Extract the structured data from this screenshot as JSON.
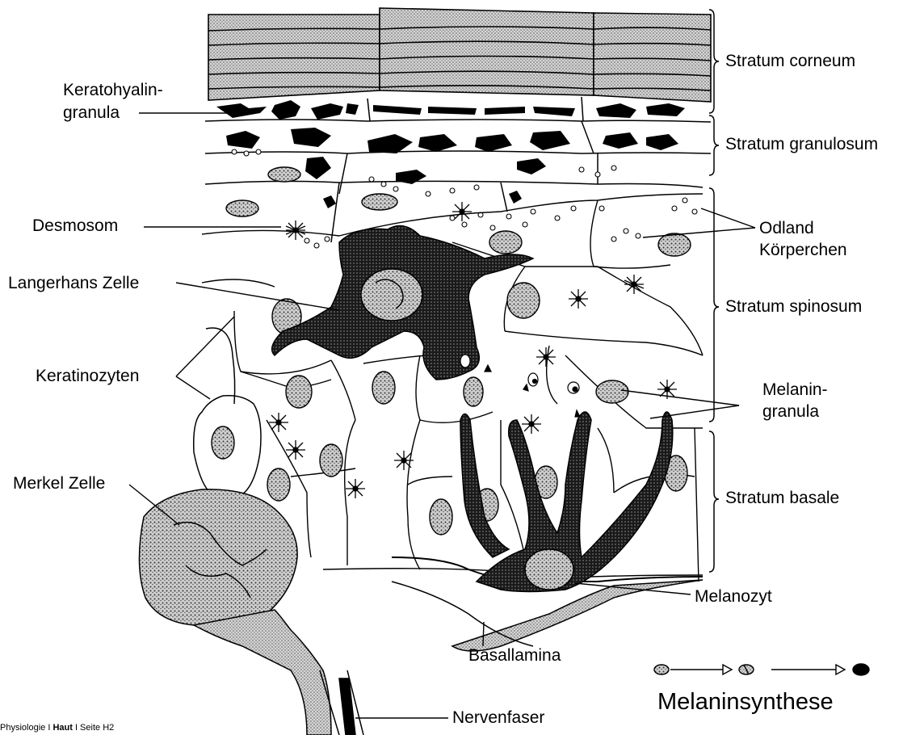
{
  "layers": {
    "corneum": "Stratum corneum",
    "granulosum": "Stratum granulosum",
    "spinosum": "Stratum spinosum",
    "basale": "Stratum basale"
  },
  "labels": {
    "keratohyalin_line1": "Keratohyalin-",
    "keratohyalin_line2": "granula",
    "desmosom": "Desmosom",
    "langerhans": "Langerhans Zelle",
    "keratinozyten": "Keratinozyten",
    "merkel": "Merkel Zelle",
    "odland_line1": "Odland",
    "odland_line2": "Körperchen",
    "melanin_line1": "Melanin-",
    "melanin_line2": "granula",
    "melanozyt": "Melanozyt",
    "basallamina": "Basallamina",
    "nervenfaser": "Nervenfaser"
  },
  "legend": {
    "title": "Melaninsynthese"
  },
  "footer": {
    "prefix": "Physiologie I ",
    "bold": "Haut",
    "suffix": " I Seite H2"
  }
}
